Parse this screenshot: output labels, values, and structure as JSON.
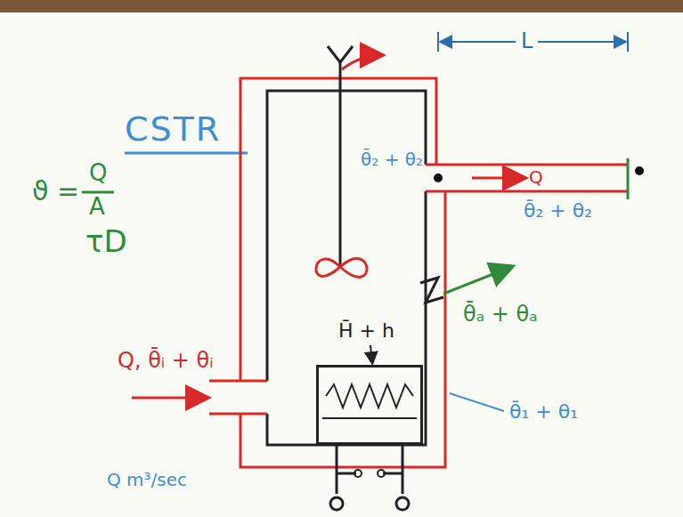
{
  "diagram": {
    "nodes": [
      {
        "text": [
          "θ̄₂ + θ₂"
        ]
      },
      {
        "text": [
          "H̄ + h"
        ],
        "in": 0
      }
    ],
    "labels": [
      "CSTR",
      "L",
      "ϑ =",
      "Q",
      "A",
      "Q",
      "θ̄₂ + θ₂",
      "τD",
      "θ̄ₐ + θₐ",
      "Q, θ̄ᵢ + θᵢ",
      "θ̄₁ + θ₁",
      "Q m³/sec"
    ]
  }
}
